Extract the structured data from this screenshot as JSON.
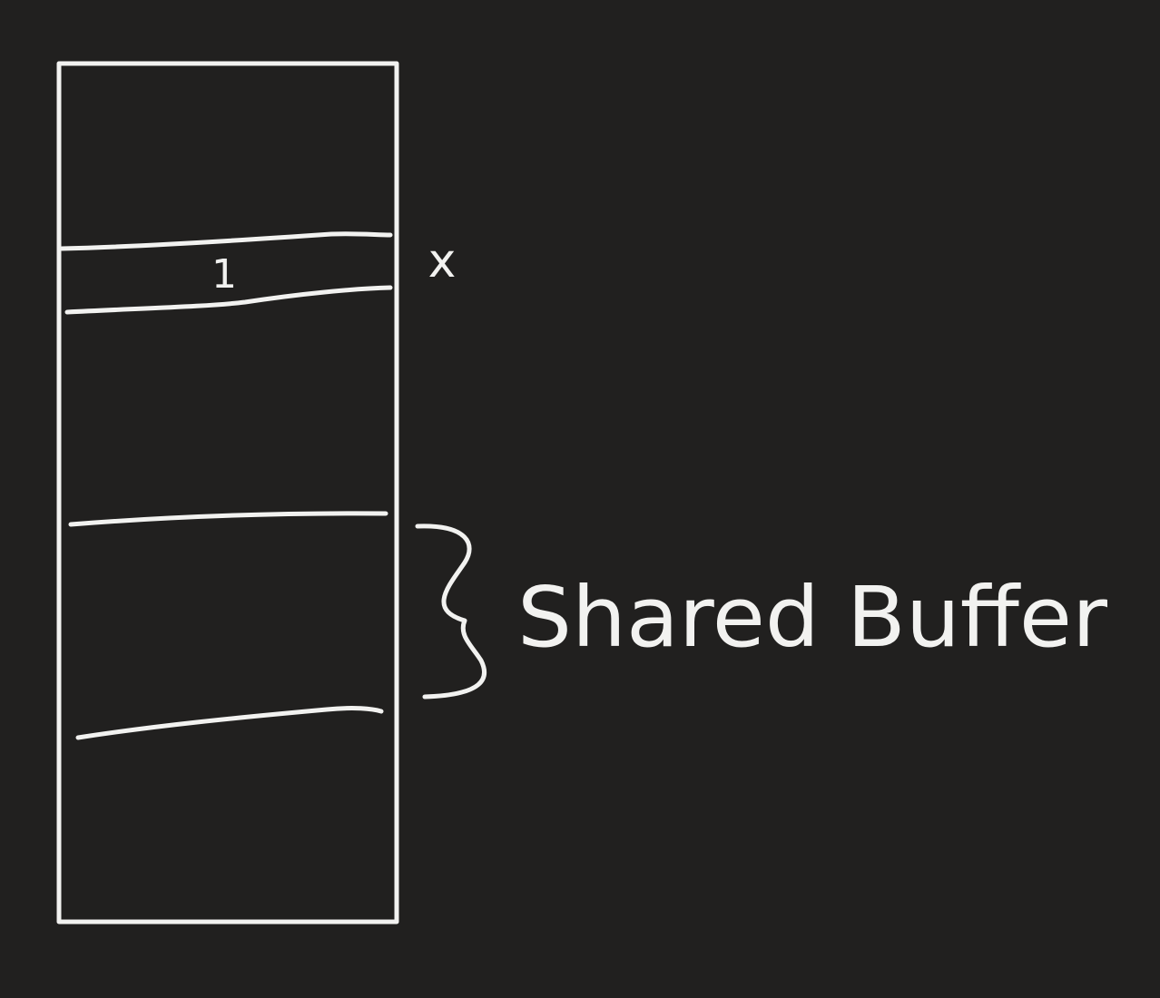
{
  "diagram": {
    "stroke_color": "#f2f2f0",
    "background_color": "#21201f",
    "cell_value": "1",
    "variable_label": "x",
    "buffer_label": "Shared Buffer"
  }
}
